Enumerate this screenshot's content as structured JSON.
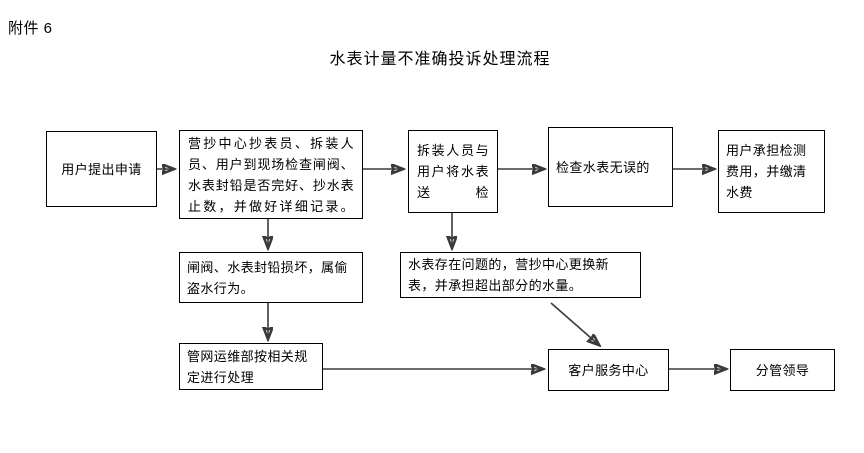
{
  "document": {
    "attachment_label": "附件 6",
    "title": "水表计量不准确投诉处理流程"
  },
  "flowchart": {
    "type": "flowchart",
    "nodes": [
      {
        "id": "n1",
        "label": "用户提出申请",
        "align": "center"
      },
      {
        "id": "n2",
        "label": "营抄中心抄表员、拆装人员、用户到现场检查闸阀、水表封铅是否完好、抄水表止数，并做好详细记录。",
        "align": "justify"
      },
      {
        "id": "n3",
        "label": "拆装人员与用户将水表送检",
        "align": "justify"
      },
      {
        "id": "n4",
        "label": "检查水表无误的",
        "align": "left"
      },
      {
        "id": "n5",
        "label": "用户承担检测费用，并缴清水费",
        "align": "left"
      },
      {
        "id": "n6",
        "label": "闸阀、水表封铅损坏，属偷盗水行为。",
        "align": "left"
      },
      {
        "id": "n7",
        "label": "水表存在问题的，营抄中心更换新表，并承担超出部分的水量。",
        "align": "left"
      },
      {
        "id": "n8",
        "label": "管网运维部按相关规定进行处理",
        "align": "left"
      },
      {
        "id": "n9",
        "label": "客户服务中心",
        "align": "center"
      },
      {
        "id": "n10",
        "label": "分管领导",
        "align": "center"
      }
    ],
    "edges": [
      {
        "from": "n1",
        "to": "n2",
        "kind": "horizontal-arrow"
      },
      {
        "from": "n2",
        "to": "n3",
        "kind": "horizontal-arrow"
      },
      {
        "from": "n3",
        "to": "n4",
        "kind": "horizontal-arrow"
      },
      {
        "from": "n4",
        "to": "n5",
        "kind": "horizontal-arrow"
      },
      {
        "from": "n2",
        "to": "n6",
        "kind": "vertical-arrow"
      },
      {
        "from": "n3",
        "to": "n7",
        "kind": "vertical-arrow"
      },
      {
        "from": "n6",
        "to": "n8",
        "kind": "vertical-arrow"
      },
      {
        "from": "n7",
        "to": "n9",
        "kind": "diagonal-arrow"
      },
      {
        "from": "n8",
        "to": "n9",
        "kind": "horizontal-arrow"
      },
      {
        "from": "n9",
        "to": "n10",
        "kind": "horizontal-arrow"
      }
    ],
    "colors": {
      "box_border": "#000000",
      "box_fill": "#ffffff",
      "connector": "#3a3a3a",
      "text": "#000000",
      "page_background": "#ffffff"
    }
  }
}
